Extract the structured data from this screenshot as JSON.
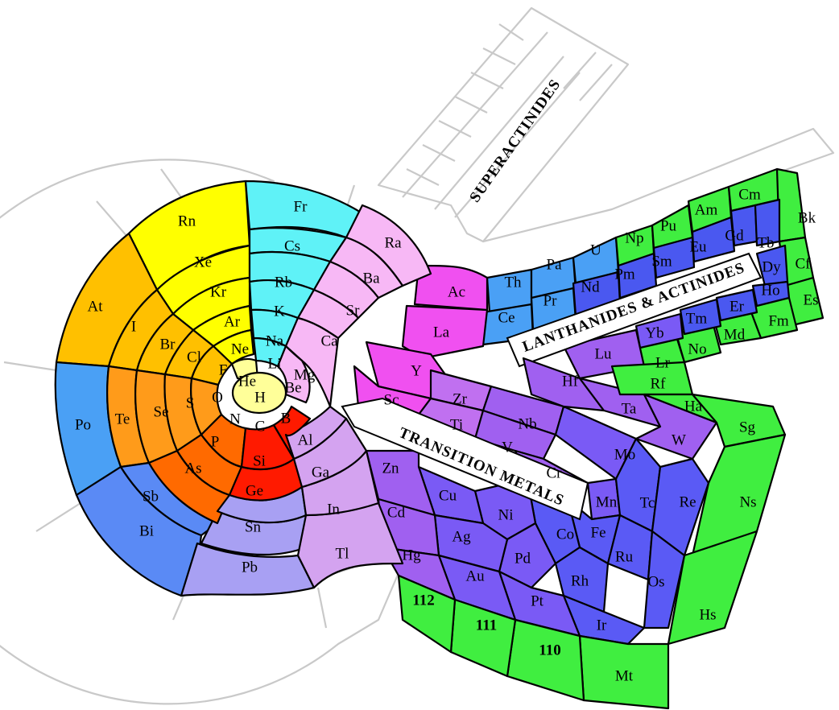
{
  "colors": {
    "alkali": "#5ff2f7",
    "alkaline_earth": "#ee9af2",
    "alkaline_earth_light": "#f7b8f5",
    "boron_group": "#d4a3f0",
    "carbon_group": "#a8a0f3",
    "pnictogen": "#ff8a00",
    "chalcogen": "#ff9b1a",
    "halogen": "#ffc000",
    "noble_gas": "#ffff00",
    "magenta": "#f050f0",
    "light_purple": "#c070f0",
    "purple": "#a060f0",
    "blue_purple": "#7a5af5",
    "blue": "#5a5af5",
    "green": "#40ee40",
    "sky": "#4aa0f5",
    "red": "#ff1a00",
    "hydrogen": "#ffff99"
  },
  "regions": {
    "transition_metals": "TRANSITION METALS",
    "lanthanides_actinides": "LANTHANIDES & ACTINIDES",
    "superactinides": "SUPERACTINIDES"
  },
  "elements": {
    "H": "H",
    "He": "He",
    "Li": "Li",
    "Be": "Be",
    "B": "B",
    "C": "C",
    "N": "N",
    "O": "O",
    "F": "F",
    "Ne": "Ne",
    "Na": "Na",
    "Mg": "Mg",
    "Al": "Al",
    "Si": "Si",
    "P": "P",
    "S": "S",
    "Cl": "Cl",
    "Ar": "Ar",
    "K": "K",
    "Ca": "Ca",
    "Ga": "Ga",
    "Ge": "Ge",
    "As": "As",
    "Se": "Se",
    "Br": "Br",
    "Kr": "Kr",
    "Rb": "Rb",
    "Sr": "Sr",
    "In": "In",
    "Sn": "Sn",
    "Sb": "Sb",
    "Te": "Te",
    "I": "I",
    "Xe": "Xe",
    "Cs": "Cs",
    "Ba": "Ba",
    "Tl": "Tl",
    "Pb": "Pb",
    "Bi": "Bi",
    "Po": "Po",
    "At": "At",
    "Rn": "Rn",
    "Fr": "Fr",
    "Ra": "Ra",
    "Sc": "Sc",
    "Ti": "Ti",
    "V": "V",
    "Cr": "Cr",
    "Mn": "Mn",
    "Fe": "Fe",
    "Co": "Co",
    "Ni": "Ni",
    "Cu": "Cu",
    "Zn": "Zn",
    "Y": "Y",
    "Zr": "Zr",
    "Nb": "Nb",
    "Mo": "Mo",
    "Tc": "Tc",
    "Ru": "Ru",
    "Rh": "Rh",
    "Pd": "Pd",
    "Ag": "Ag",
    "Cd": "Cd",
    "La": "La",
    "Hf": "Hf",
    "Ta": "Ta",
    "W": "W",
    "Re": "Re",
    "Os": "Os",
    "Ir": "Ir",
    "Pt": "Pt",
    "Au": "Au",
    "Hg": "Hg",
    "Ac": "Ac",
    "Rf": "Rf",
    "Ha": "Ha",
    "Sg": "Sg",
    "Ns": "Ns",
    "Hs": "Hs",
    "Mt": "Mt",
    "e110": "110",
    "e111": "111",
    "e112": "112",
    "Ce": "Ce",
    "Pr": "Pr",
    "Nd": "Nd",
    "Pm": "Pm",
    "Sm": "Sm",
    "Eu": "Eu",
    "Gd": "Gd",
    "Tb": "Tb",
    "Dy": "Dy",
    "Ho": "Ho",
    "Er": "Er",
    "Tm": "Tm",
    "Yb": "Yb",
    "Lu": "Lu",
    "Th": "Th",
    "Pa": "Pa",
    "U": "U",
    "Np": "Np",
    "Pu": "Pu",
    "Am": "Am",
    "Cm": "Cm",
    "Bk": "Bk",
    "Cf": "Cf",
    "Es": "Es",
    "Fm": "Fm",
    "Md": "Md",
    "No": "No",
    "Lr": "Lr"
  }
}
